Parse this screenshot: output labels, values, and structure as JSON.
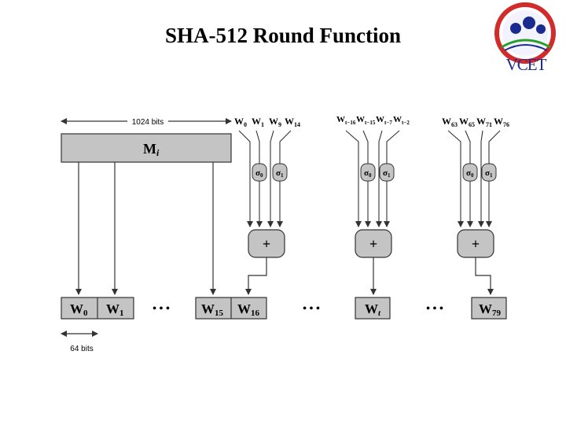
{
  "slide": {
    "title": "SHA-512 Round Function",
    "logo_text": "VCET"
  },
  "diagram": {
    "block_label": "M",
    "block_subscript": "i",
    "block_width_label": "1024 bits",
    "word_width_label": "64 bits",
    "words": [
      {
        "base": "W",
        "sub": "0"
      },
      {
        "base": "W",
        "sub": "1"
      },
      {
        "base": "W",
        "sub": "15"
      },
      {
        "base": "W",
        "sub": "16"
      },
      {
        "base": "W",
        "sub": "t"
      },
      {
        "base": "W",
        "sub": "79"
      }
    ],
    "ellipsis": "• • •",
    "groups": [
      {
        "inputs": [
          {
            "b": "W",
            "s": "0"
          },
          {
            "b": "W",
            "s": "1"
          },
          {
            "b": "W",
            "s": "9"
          },
          {
            "b": "W",
            "s": "14"
          }
        ]
      },
      {
        "inputs": [
          {
            "b": "W",
            "s": "t−16"
          },
          {
            "b": "W",
            "s": "t−15"
          },
          {
            "b": "W",
            "s": "t−7"
          },
          {
            "b": "W",
            "s": "t−2"
          }
        ]
      },
      {
        "inputs": [
          {
            "b": "W",
            "s": "63"
          },
          {
            "b": "W",
            "s": "65"
          },
          {
            "b": "W",
            "s": "71"
          },
          {
            "b": "W",
            "s": "76"
          }
        ]
      }
    ],
    "sigma0": {
      "b": "σ",
      "s": "0"
    },
    "sigma1": {
      "b": "σ",
      "s": "1"
    },
    "adder": "+"
  },
  "colors": {
    "box_fill": "#c4c4c4",
    "line": "#333333",
    "logo_blue": "#1b2a8f",
    "logo_red": "#d12b2b"
  }
}
